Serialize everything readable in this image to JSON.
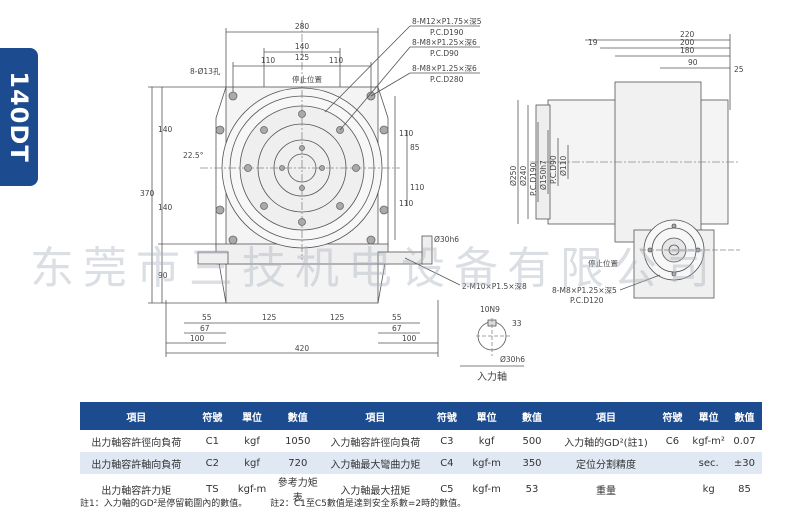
{
  "side_label": "140DT",
  "watermark": "东莞市三技机电设备有限公司",
  "drawing": {
    "dims_top": [
      "280",
      "140",
      "125",
      "110"
    ],
    "dim_bottom": [
      "55",
      "67",
      "100",
      "125",
      "125",
      "55",
      "67",
      "100",
      "420"
    ],
    "dims_left": [
      "140",
      "140",
      "370",
      "90"
    ],
    "dims_inner_right": [
      "110",
      "110",
      "85",
      "110"
    ],
    "hole_label": "8-Ø13孔",
    "angle_label": "22.5°",
    "stop_label": "停止位置",
    "callouts": [
      "8-M12×P1.75×深5",
      "P.C.D190",
      "8-M8×P1.25×深6",
      "P.C.D90",
      "8-M8×P1.25×深6",
      "P.C.D280",
      "2-M10×P1.5×深8",
      "8-M8×P1.25×深5",
      "P.C.D120"
    ],
    "shaft_dims": [
      "Ø30h6",
      "Ø30h6",
      "10N9",
      "33"
    ],
    "input_shaft_label": "入力軸",
    "side_dims_top": [
      "220",
      "19",
      "200",
      "180",
      "90",
      "25"
    ],
    "side_dims_vert": [
      "Ø250",
      "Ø240",
      "P.C.D190",
      "Ø150h7",
      "P.C.D90",
      "Ø110"
    ],
    "side_stop_label": "停止位置"
  },
  "table": {
    "headers": [
      "項目",
      "符號",
      "單位",
      "數值",
      "項目",
      "符號",
      "單位",
      "數值",
      "項目",
      "符號",
      "單位",
      "數值"
    ],
    "rows": [
      [
        "出力軸容許徑向負荷",
        "C1",
        "kgf",
        "1050",
        "入力軸容許徑向負荷",
        "C3",
        "kgf",
        "500",
        "入力軸的GD²(註1)",
        "C6",
        "kgf-m²",
        "0.07"
      ],
      [
        "出力軸容許軸向負荷",
        "C2",
        "kgf",
        "720",
        "入力軸最大彎曲力矩",
        "C4",
        "kgf-m",
        "350",
        "定位分割精度",
        "",
        "sec.",
        "±30"
      ],
      [
        "出力軸容許力矩",
        "TS",
        "kgf-m",
        "參考力矩表",
        "入力軸最大扭矩",
        "C5",
        "kgf-m",
        "53",
        "重量",
        "",
        "kg",
        "85"
      ]
    ]
  },
  "notes": [
    "註1：入力軸的GD²是停留範圍內的數值。",
    "註2：C1至C5數值是達到安全系數=2時的數值。"
  ]
}
